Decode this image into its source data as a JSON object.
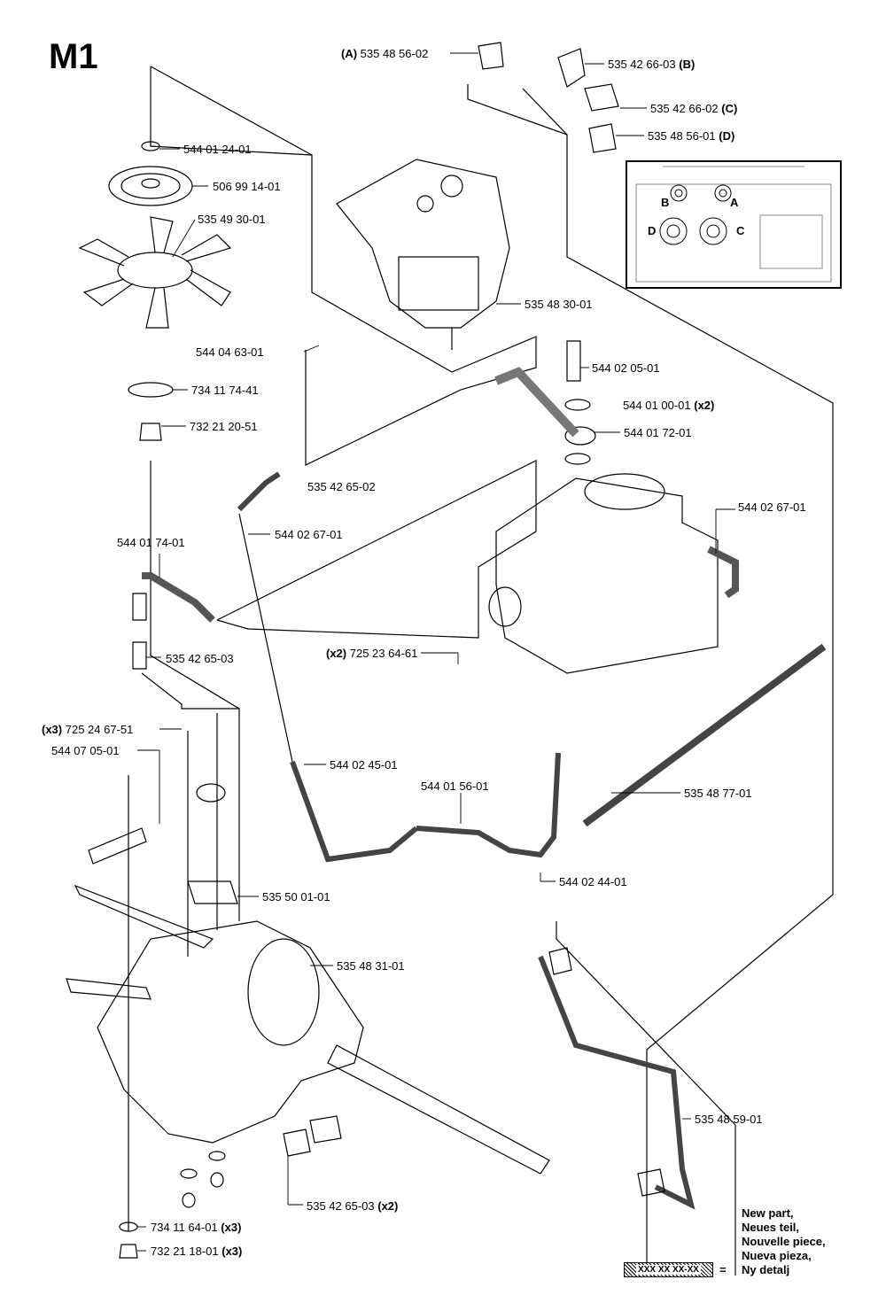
{
  "page_code": "M1",
  "parts": [
    {
      "id": "p01",
      "number": "535 48 56-02",
      "prefix": "(A)",
      "suffix": ""
    },
    {
      "id": "p02",
      "number": "535 42 66-03",
      "prefix": "",
      "suffix": "(B)"
    },
    {
      "id": "p03",
      "number": "535 42 66-02",
      "prefix": "",
      "suffix": "(C)"
    },
    {
      "id": "p04",
      "number": "535 48 56-01",
      "prefix": "",
      "suffix": "(D)"
    },
    {
      "id": "p05",
      "number": "544 01 24-01",
      "prefix": "",
      "suffix": ""
    },
    {
      "id": "p06",
      "number": "506 99 14-01",
      "prefix": "",
      "suffix": ""
    },
    {
      "id": "p07",
      "number": "535 49 30-01",
      "prefix": "",
      "suffix": ""
    },
    {
      "id": "p08",
      "number": "535 48 30-01",
      "prefix": "",
      "suffix": ""
    },
    {
      "id": "p09",
      "number": "544 04 63-01",
      "prefix": "",
      "suffix": ""
    },
    {
      "id": "p10",
      "number": "734 11 74-41",
      "prefix": "",
      "suffix": ""
    },
    {
      "id": "p11",
      "number": "732 21 20-51",
      "prefix": "",
      "suffix": ""
    },
    {
      "id": "p12",
      "number": "544 02 05-01",
      "prefix": "",
      "suffix": ""
    },
    {
      "id": "p13",
      "number": "544 01 00-01",
      "prefix": "",
      "suffix": "(x2)"
    },
    {
      "id": "p14",
      "number": "544 01 72-01",
      "prefix": "",
      "suffix": ""
    },
    {
      "id": "p15",
      "number": "535 42 65-02",
      "prefix": "",
      "suffix": ""
    },
    {
      "id": "p16",
      "number": "544 02 67-01",
      "prefix": "",
      "suffix": ""
    },
    {
      "id": "p17",
      "number": "544 02 67-01",
      "prefix": "",
      "suffix": ""
    },
    {
      "id": "p18",
      "number": "544 01 74-01",
      "prefix": "",
      "suffix": ""
    },
    {
      "id": "p19",
      "number": "535 42 65-03",
      "prefix": "",
      "suffix": ""
    },
    {
      "id": "p20",
      "number": "725 23 64-61",
      "prefix": "(x2)",
      "suffix": ""
    },
    {
      "id": "p21",
      "number": "725 24 67-51",
      "prefix": "(x3)",
      "suffix": ""
    },
    {
      "id": "p22",
      "number": "544 07 05-01",
      "prefix": "",
      "suffix": ""
    },
    {
      "id": "p23",
      "number": "544 02 45-01",
      "prefix": "",
      "suffix": ""
    },
    {
      "id": "p24",
      "number": "544 01 56-01",
      "prefix": "",
      "suffix": ""
    },
    {
      "id": "p25",
      "number": "535 48 77-01",
      "prefix": "",
      "suffix": ""
    },
    {
      "id": "p26",
      "number": "544 02 44-01",
      "prefix": "",
      "suffix": ""
    },
    {
      "id": "p27",
      "number": "535 50 01-01",
      "prefix": "",
      "suffix": ""
    },
    {
      "id": "p28",
      "number": "535 48 31-01",
      "prefix": "",
      "suffix": ""
    },
    {
      "id": "p29",
      "number": "535 48 59-01",
      "prefix": "",
      "suffix": ""
    },
    {
      "id": "p30",
      "number": "535 42 65-03",
      "prefix": "",
      "suffix": "(x2)"
    },
    {
      "id": "p31",
      "number": "734 11 64-01",
      "prefix": "",
      "suffix": "(x3)"
    },
    {
      "id": "p32",
      "number": "732 21 18-01",
      "prefix": "",
      "suffix": "(x3)"
    }
  ],
  "inset": {
    "ports": [
      "B",
      "A",
      "D",
      "C"
    ]
  },
  "legend": {
    "lines": [
      "New part,",
      "Neues teil,",
      "Nouvelle piece,",
      "Nueva pieza,",
      "Ny detalj"
    ],
    "box_text": "XXX XX XX-XX",
    "equals": "="
  }
}
